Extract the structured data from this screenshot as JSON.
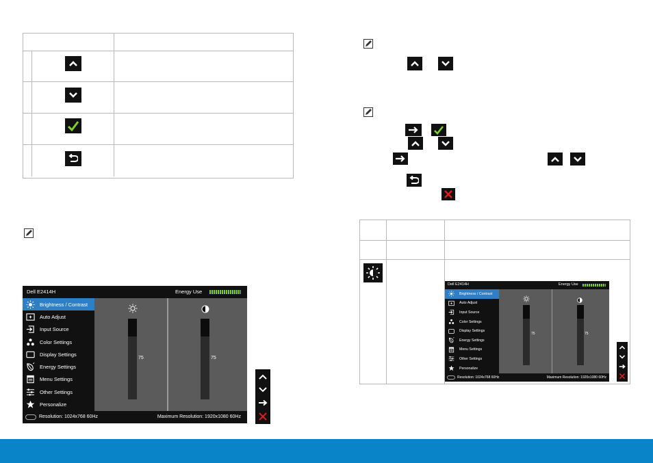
{
  "left_osd": {
    "title": "Dell E2414H",
    "energy_label": "Energy Use",
    "menu_items": [
      {
        "label": "Brightness / Contrast",
        "icon": "brightness-icon",
        "selected": true
      },
      {
        "label": "Auto Adjust",
        "icon": "auto-adjust-icon",
        "selected": false
      },
      {
        "label": "Input Source",
        "icon": "input-source-icon",
        "selected": false
      },
      {
        "label": "Color Settings",
        "icon": "color-settings-icon",
        "selected": false
      },
      {
        "label": "Display Settings",
        "icon": "display-settings-icon",
        "selected": false
      },
      {
        "label": "Energy Settings",
        "icon": "energy-settings-icon",
        "selected": false
      },
      {
        "label": "Menu Settings",
        "icon": "menu-settings-icon",
        "selected": false
      },
      {
        "label": "Other Settings",
        "icon": "other-settings-icon",
        "selected": false
      },
      {
        "label": "Personalize",
        "icon": "star-icon",
        "selected": false
      }
    ],
    "brightness_value": "75",
    "contrast_value": "75",
    "brightness_level": 0.75,
    "contrast_level": 0.75,
    "resolution": "Resolution:  1024x768 60Hz",
    "max_resolution": "Maximum Resolution: 1920x1080 60Hz"
  },
  "right_osd": {
    "title": "Dell E2414H",
    "energy_label": "Energy Use",
    "menu_items": [
      {
        "label": "Brightness / Contrast",
        "icon": "brightness-icon",
        "selected": true
      },
      {
        "label": "Auto Adjust",
        "icon": "auto-adjust-icon",
        "selected": false
      },
      {
        "label": "Input Source",
        "icon": "input-source-icon",
        "selected": false
      },
      {
        "label": "Color Settings",
        "icon": "color-settings-icon",
        "selected": false
      },
      {
        "label": "Display Settings",
        "icon": "display-settings-icon",
        "selected": false
      },
      {
        "label": "Energy Settings",
        "icon": "energy-settings-icon",
        "selected": false
      },
      {
        "label": "Menu Settings",
        "icon": "menu-settings-icon",
        "selected": false
      },
      {
        "label": "Other Settings",
        "icon": "other-settings-icon",
        "selected": false
      },
      {
        "label": "Personalize",
        "icon": "star-icon",
        "selected": false
      }
    ],
    "brightness_value": "75",
    "contrast_value": "75",
    "resolution": "Resolution:  1024x768 60Hz",
    "max_resolution": "Maximum Resolution: 1920x1080 60Hz"
  },
  "colors": {
    "footer": "#0a84c9",
    "selected": "#2f7fc6",
    "check": "#7fd02a",
    "exit": "#e31b1b"
  }
}
